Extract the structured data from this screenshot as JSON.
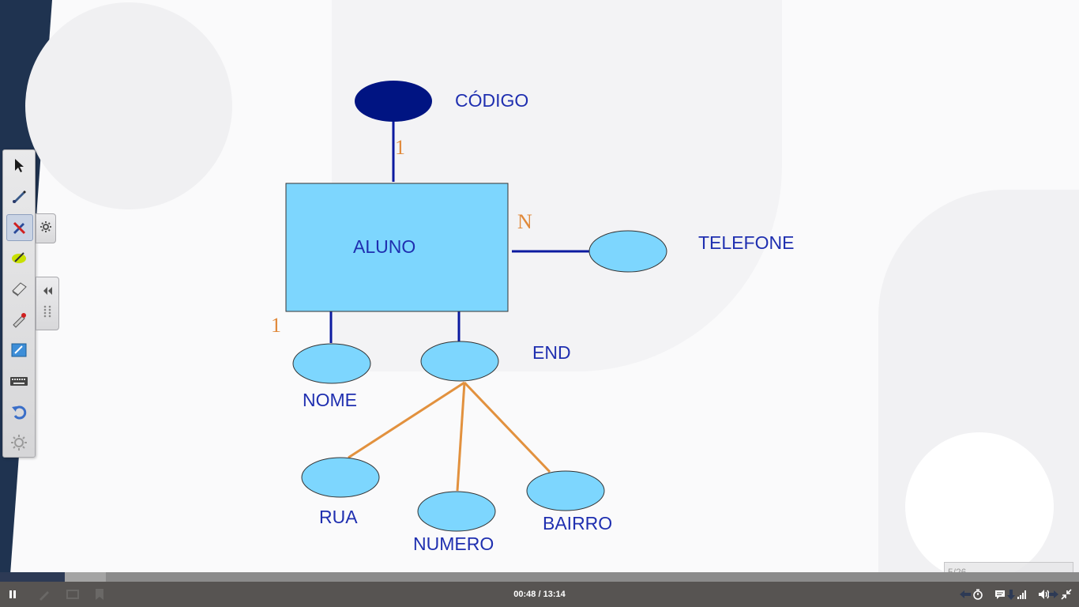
{
  "diagram": {
    "entity_label": "ALUNO",
    "attributes": {
      "codigo": "CÓDIGO",
      "telefone": "TELEFONE",
      "nome": "NOME",
      "end": "END",
      "rua": "RUA",
      "numero": "NUMERO",
      "bairro": "BAIRRO"
    },
    "cardinalities": {
      "codigo": "1",
      "telefone": "N",
      "nome": "1"
    },
    "colors": {
      "entity_fill": "#7dd6fe",
      "attribute_fill": "#7dd6fe",
      "key_attribute_fill": "#001482",
      "line_primary": "#0b1aa0",
      "line_secondary": "#e2913e",
      "label_text": "#1f2fb0",
      "cardinality_text": "#e0893a"
    }
  },
  "annotation_toolbar": {
    "tools": [
      "select-icon",
      "pen-icon",
      "ink-pen-icon",
      "highlighter-icon",
      "eraser-icon",
      "laser-pointer-icon",
      "whiteboard-icon",
      "keyboard-icon",
      "undo-icon",
      "settings-sun-icon"
    ],
    "active_tool": "ink-pen-icon"
  },
  "player": {
    "time": "00:48 / 13:14",
    "progress": 0.06,
    "slide_counter": "5/26",
    "bar_color": "#575452",
    "progress_color": "#2d3a55"
  }
}
